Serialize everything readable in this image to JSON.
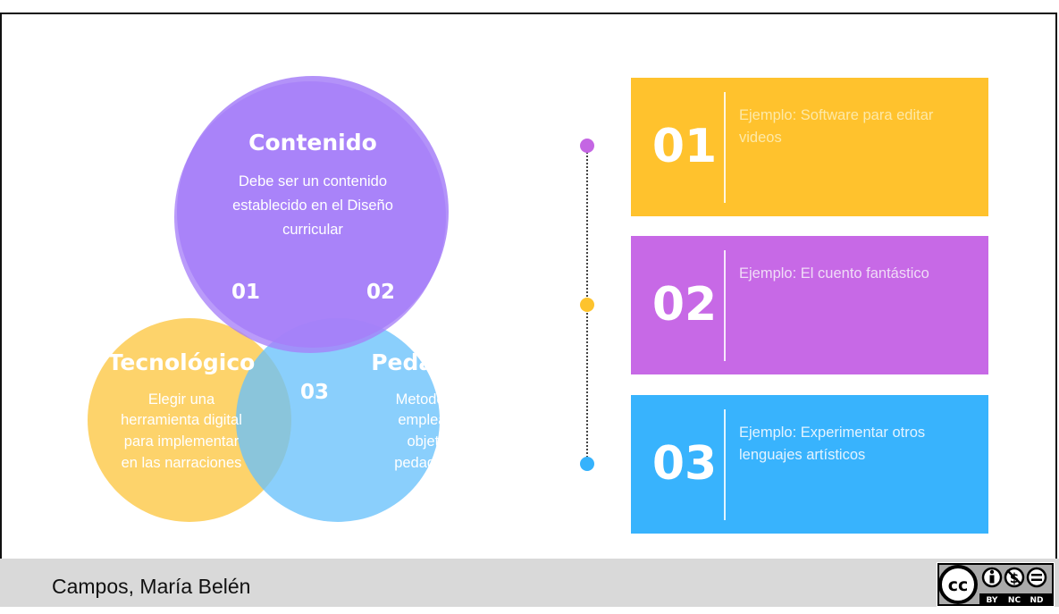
{
  "venn": {
    "contenido": {
      "title": "Contenido",
      "lines": [
        "Debe ser un contenido",
        "establecido en el Diseño",
        "curricular"
      ],
      "color": "#a67ff8"
    },
    "tecnologico": {
      "title": "Tecnológico",
      "lines": [
        "Elegir una",
        "herramienta digital",
        "para implementar",
        "en las narraciones"
      ],
      "color": "#fcc94a"
    },
    "pedagogico": {
      "title": "Pedagógico",
      "lines": [
        "Metodología",
        "empleada y",
        "objetivos",
        "pedagógicos"
      ],
      "color": "#69c2fb"
    },
    "intersections": [
      "01",
      "02",
      "03"
    ]
  },
  "timeline": {
    "dot_colors": [
      "#c466e3",
      "#fdc32d",
      "#35b2fc"
    ]
  },
  "boxes": [
    {
      "number": "01",
      "text": "Ejemplo: Software para editar videos",
      "color": "#ffc22d",
      "text_color": "#fde9a8"
    },
    {
      "number": "02",
      "text": "Ejemplo: El cuento fantástico",
      "color": "#c769e6",
      "text_color": "#f0dcf7"
    },
    {
      "number": "03",
      "text": "Ejemplo: Experimentar otros lenguajes artísticos",
      "color": "#38b3fd",
      "text_color": "#e3f3ff"
    }
  ],
  "footer": {
    "author": "Campos, María Belén",
    "license": {
      "cc": "cc",
      "labels": [
        "BY",
        "NC",
        "ND"
      ]
    }
  }
}
